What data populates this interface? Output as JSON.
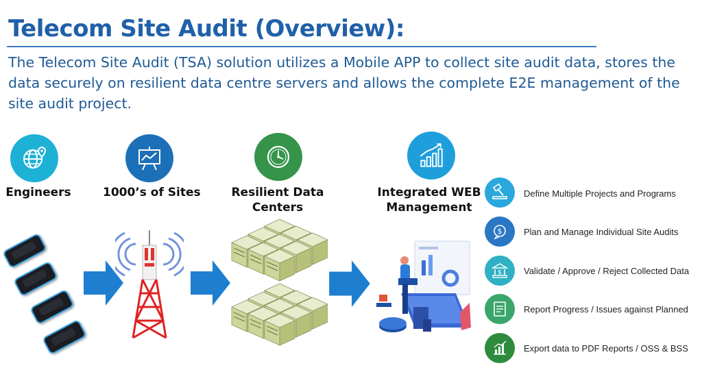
{
  "title": "Telecom Site Audit (Overview):",
  "description": "The Telecom Site Audit (TSA) solution utilizes a Mobile APP to collect site audit data, stores the data securely on resilient data centre servers and allows the complete E2E management of the site audit project.",
  "columns": [
    {
      "label": "Engineers",
      "icon": "globe-icon",
      "color": "#1eb1d6"
    },
    {
      "label": "1000’s of Sites",
      "icon": "presentation-icon",
      "color": "#1c70b7"
    },
    {
      "label_line1": "Resilient Data",
      "label_line2": "Centers",
      "icon": "clock-icon",
      "color": "#35944a"
    },
    {
      "label_line1": "Integrated WEB",
      "label_line2": "Management",
      "icon": "growth-chart-icon",
      "color": "#1e9fdc"
    }
  ],
  "features": [
    {
      "text": "Define Multiple Projects and Programs",
      "icon": "gavel-icon",
      "color": "#2aa8dd"
    },
    {
      "text": "Plan and Manage Individual Site Audits",
      "icon": "dollar-chat-icon",
      "color": "#2a78c4"
    },
    {
      "text": "Validate / Approve / Reject Collected Data",
      "icon": "bank-icon",
      "color": "#2fb0c4"
    },
    {
      "text": "Report Progress / Issues against Planned",
      "icon": "report-icon",
      "color": "#3aa66c"
    },
    {
      "text": "Export data to PDF Reports / OSS & BSS",
      "icon": "chart-export-icon",
      "color": "#2e8b3e"
    }
  ],
  "colors": {
    "title": "#2060a8",
    "description": "#1f5a94",
    "arrow": "#1e7fd0"
  }
}
